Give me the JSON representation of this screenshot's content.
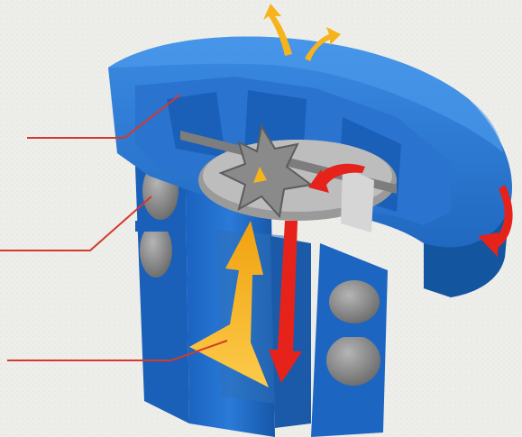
{
  "colors": {
    "background": "#ededea",
    "housing_blue": "#1f6fd0",
    "housing_blue_dark": "#14559f",
    "housing_blue_light": "#3b8be3",
    "seal_gray": "#8c8c8c",
    "seal_gray_dark": "#5f5f5f",
    "seal_gray_light": "#b5b5b5",
    "flow_yellow": "#f6b31c",
    "flow_red": "#e5231b",
    "leader_red": "#d23a2b"
  },
  "icons": {
    "upward_flow": "yellow-up-arrow-icon",
    "downward_flow": "red-down-arrow-icon",
    "rotation": "red-curved-arrow-icon",
    "vent": "yellow-vent-arrow-icon"
  },
  "callouts": [
    {
      "target": "valve-disc"
    },
    {
      "target": "o-ring-seals"
    },
    {
      "target": "inlet-flow"
    }
  ]
}
